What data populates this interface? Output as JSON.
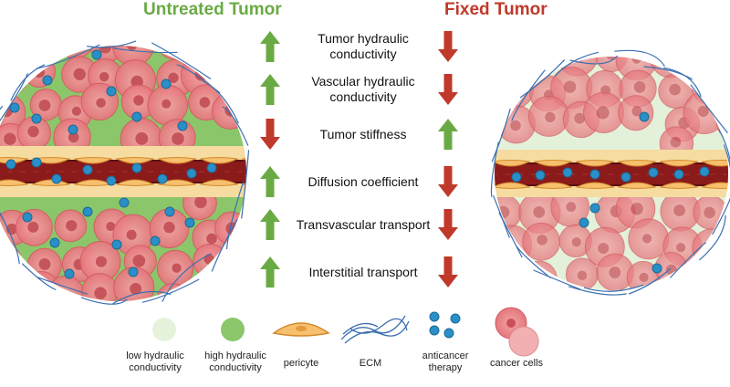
{
  "titles": {
    "left": "Untreated Tumor",
    "right": "Fixed Tumor"
  },
  "colors": {
    "up_arrow": "#6aaa44",
    "down_arrow": "#c0392b",
    "vessel": "#8b1a1a",
    "cell": "#e8868a",
    "drug": "#2a8fc6",
    "ecm": "#3a6fb0",
    "pericyte": "#f2b35a"
  },
  "properties": [
    {
      "label": "Tumor hydraulic\nconductivity",
      "untreated": "up",
      "fixed": "down"
    },
    {
      "label": "Vascular hydraulic\nconductivity",
      "untreated": "up",
      "fixed": "down"
    },
    {
      "label": "Tumor stiffness",
      "untreated": "down",
      "fixed": "up"
    },
    {
      "label": "Diffusion coefficient",
      "untreated": "up",
      "fixed": "down"
    },
    {
      "label": "Transvascular transport",
      "untreated": "up",
      "fixed": "down"
    },
    {
      "label": "Interstitial transport",
      "untreated": "up",
      "fixed": "down"
    }
  ],
  "legend": [
    {
      "label": "low hydraulic\nconductivity",
      "icon": "light-green-circle"
    },
    {
      "label": "high hydraulic\nconductivity",
      "icon": "green-circle"
    },
    {
      "label": "pericyte",
      "icon": "pericyte-icon"
    },
    {
      "label": "ECM",
      "icon": "ecm-fiber-icon"
    },
    {
      "label": "anticancer\ntherapy",
      "icon": "drug-particles-icon"
    },
    {
      "label": "cancer cells",
      "icon": "cancer-cell-icon"
    }
  ]
}
